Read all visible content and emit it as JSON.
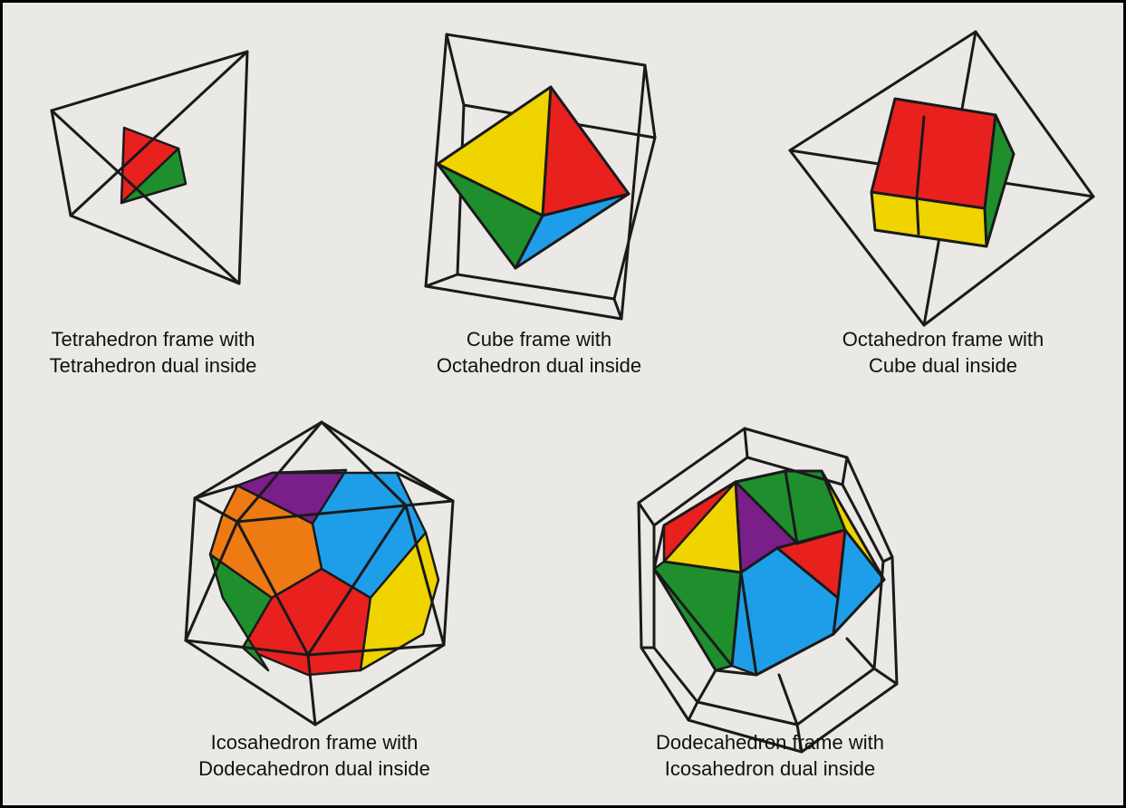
{
  "colors": {
    "background": "#ebe9e6",
    "border": "#000000",
    "edge": "#1a1a1a",
    "red": "#e8211f",
    "yellow": "#f0d400",
    "green": "#1f8f2e",
    "blue": "#1e9ee8",
    "orange": "#ee7a14",
    "purple": "#7a1e8a"
  },
  "figures": [
    {
      "id": "tetrahedron",
      "caption_line1": "Tetrahedron frame with",
      "caption_line2": "Tetrahedron dual inside"
    },
    {
      "id": "cube",
      "caption_line1": "Cube frame with",
      "caption_line2": "Octahedron dual inside"
    },
    {
      "id": "octahedron",
      "caption_line1": "Octahedron frame with",
      "caption_line2": "Cube dual inside"
    },
    {
      "id": "icosahedron",
      "caption_line1": "Icosahedron frame with",
      "caption_line2": "Dodecahedron dual inside"
    },
    {
      "id": "dodecahedron",
      "caption_line1": "Dodecahedron frame with",
      "caption_line2": "Icosahedron dual inside"
    }
  ]
}
